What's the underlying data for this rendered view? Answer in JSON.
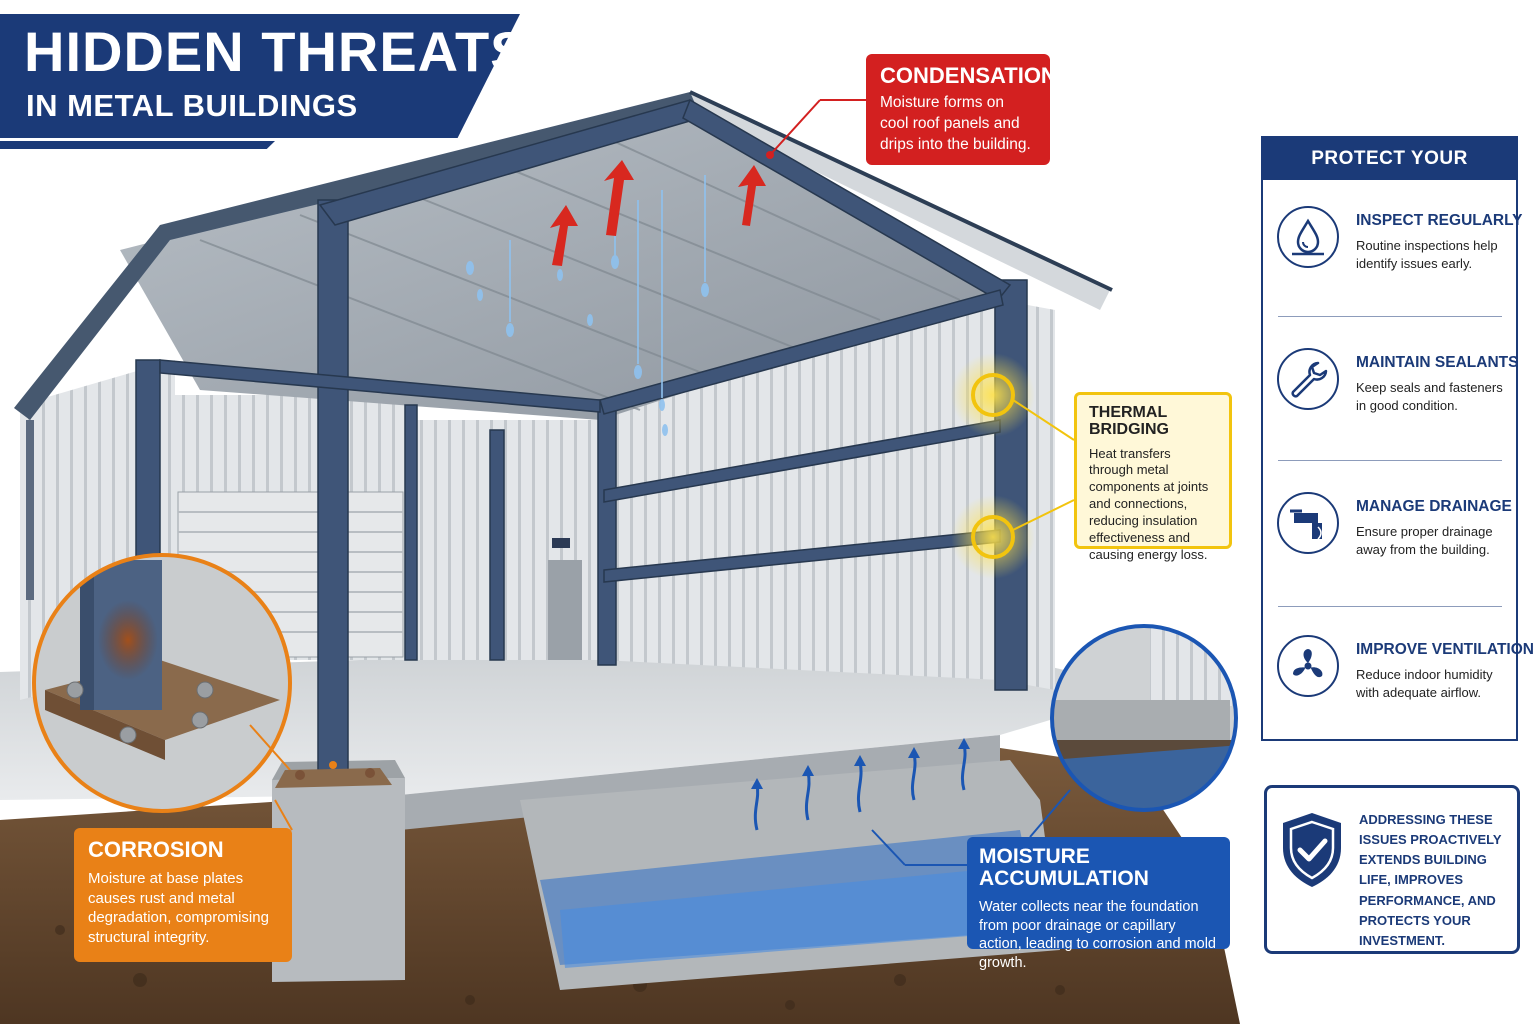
{
  "header": {
    "title": "HIDDEN THREATS",
    "subtitle": "IN METAL BUILDINGS"
  },
  "callouts": {
    "condensation": {
      "title": "CONDENSATION",
      "body": "Moisture forms on cool roof panels and drips into the building."
    },
    "thermal_bridging": {
      "title": "THERMAL BRIDGING",
      "body": "Heat transfers through metal components at joints and connections, reducing insulation effectiveness and causing energy loss."
    },
    "corrosion": {
      "title": "CORROSION",
      "body": "Moisture at base plates causes rust and metal degradation, compromising structural integrity."
    },
    "moisture_accumulation": {
      "title": "MOISTURE ACCUMULATION",
      "body": "Water collects near the foundation from poor drainage or capillary action, leading to corrosion and mold growth."
    }
  },
  "protect": {
    "heading": "PROTECT YOUR BUILDING",
    "items": [
      {
        "icon": "water-drop-icon",
        "title": "INSPECT REGULARLY",
        "desc": "Routine inspections help identify issues early."
      },
      {
        "icon": "wrench-icon",
        "title": "MAINTAIN SEALANTS",
        "desc": "Keep seals and fasteners in good condition."
      },
      {
        "icon": "gutter-icon",
        "title": "MANAGE DRAINAGE",
        "desc": "Ensure proper drainage away from the building."
      },
      {
        "icon": "fan-icon",
        "title": "IMPROVE VENTILATION",
        "desc": "Reduce indoor humidity with adequate airflow."
      }
    ]
  },
  "note": {
    "icon": "shield-check-icon",
    "text": "ADDRESSING THESE ISSUES PROACTIVELY EXTENDS BUILDING LIFE, IMPROVES PERFORMANCE, AND PROTECTS YOUR INVESTMENT."
  },
  "colors": {
    "navy": "#1b3a78",
    "condensation": "#d32020",
    "thermal": "#f2c40e",
    "corrosion": "#e98117",
    "moisture": "#1b56b3"
  }
}
